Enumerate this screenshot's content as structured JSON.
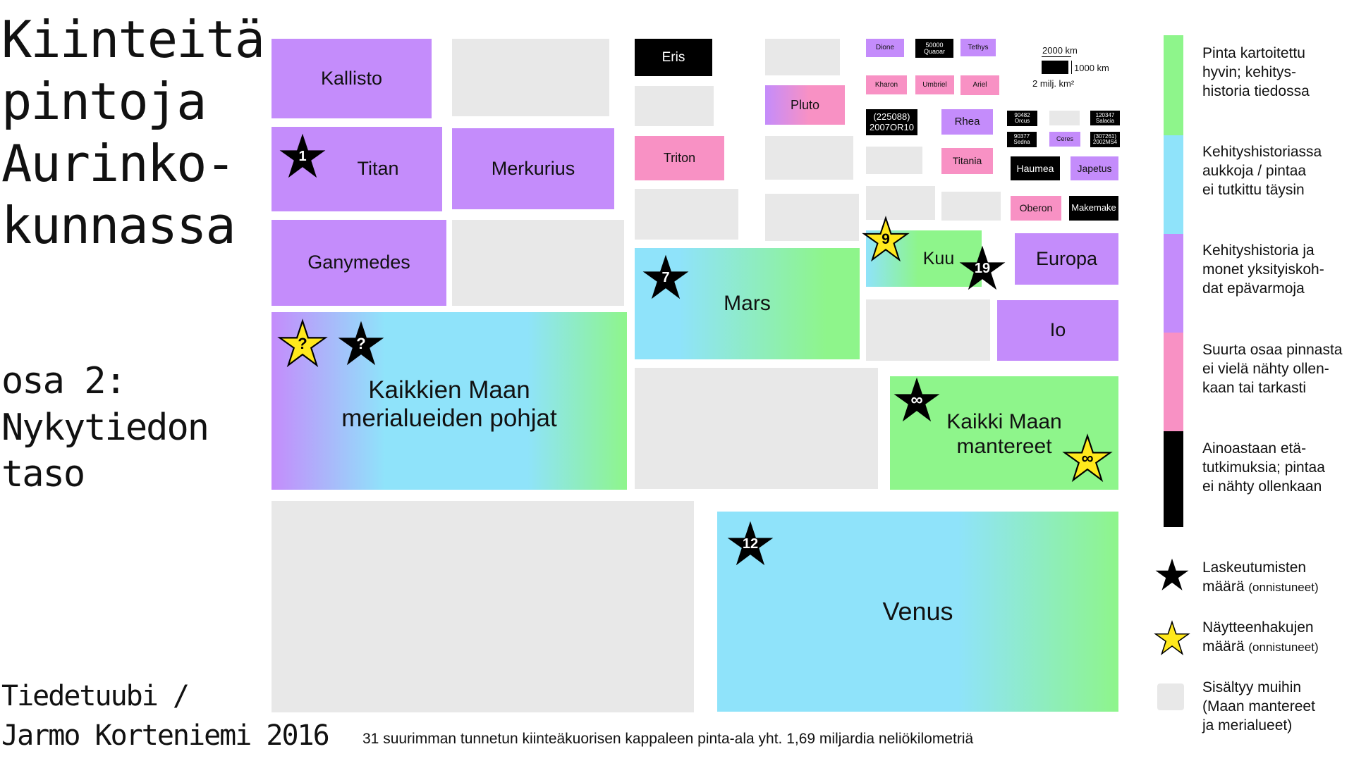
{
  "title": {
    "line1": "Kiinteitä",
    "line2": "pintoja",
    "line3": "Aurinko-",
    "line4": "kunnassa"
  },
  "subtitle": {
    "line1": "osa 2:",
    "line2": "Nykytiedon",
    "line3": "taso"
  },
  "author": {
    "line1": "Tiedetuubi /",
    "line2": "Jarmo Korteniemi 2016"
  },
  "footer": "31 suurimman tunnetun kiinteäkuorisen kappaleen pinta-ala yht. 1,69 miljardia neliökilometriä",
  "colors": {
    "purple": "#c48cfb",
    "blue": "#8fe3fa",
    "green": "#8ef58b",
    "pink": "#f891c4",
    "black": "#000000",
    "grey": "#e8e8e8",
    "star_yellow": "#ffe81c"
  },
  "bodies": {
    "kallisto": "Kallisto",
    "titan": "Titan",
    "merkurius": "Merkurius",
    "ganymedes": "Ganymedes",
    "ocean_l1": "Kaikkien Maan",
    "ocean_l2": "merialueiden pohjat",
    "eris": "Eris",
    "pluto": "Pluto",
    "triton": "Triton",
    "mars": "Mars",
    "dione": "Dione",
    "quaoar_l1": "50000",
    "quaoar_l2": "Quaoar",
    "tethys": "Tethys",
    "kharon": "Kharon",
    "umbriel": "Umbriel",
    "ariel": "Ariel",
    "or10_l1": "(225088)",
    "or10_l2": "2007OR10",
    "rhea": "Rhea",
    "orcus_l1": "90482",
    "orcus_l2": "Orcus",
    "salacia_l1": "120347",
    "salacia_l2": "Salacia",
    "sedna_l1": "90377",
    "sedna_l2": "Sedna",
    "ceres": "Ceres",
    "ms4_l1": "(307261)",
    "ms4_l2": "2002MS4",
    "titania": "Titania",
    "haumea": "Haumea",
    "japetus": "Japetus",
    "oberon": "Oberon",
    "makemake": "Makemake",
    "kuu": "Kuu",
    "europa": "Europa",
    "io": "Io",
    "continents_l1": "Kaikki Maan",
    "continents_l2": "mantereet",
    "venus": "Venus"
  },
  "scale": {
    "s1": "2000 km",
    "s2": "1000 km",
    "s3": "2 milj. km²"
  },
  "stars": {
    "titan_landings": "1",
    "mars_landings": "7",
    "kuu_samples": "9",
    "kuu_landings": "19",
    "ocean_samples": "?",
    "ocean_landings": "?",
    "continents_landings": "∞",
    "continents_samples": "∞",
    "venus_landings": "12"
  },
  "legend": {
    "green": [
      "Pinta kartoitettu",
      "hyvin; kehitys-",
      "historia tiedossa"
    ],
    "blue": [
      "Kehityshistoriassa",
      "aukkoja / pintaa",
      "ei tutkittu täysin"
    ],
    "purple": [
      "Kehityshistoria ja",
      "monet yksityiskoh-",
      "dat epävarmoja"
    ],
    "pink": [
      "Suurta osaa pinnasta",
      "ei vielä nähty ollen-",
      "kaan tai tarkasti"
    ],
    "black": [
      "Ainoastaan etä-",
      "tutkimuksia; pintaa",
      "ei nähty ollenkaan"
    ],
    "landings": {
      "l1": "Laskeutumisten",
      "l2": "määrä",
      "l2b": "(onnistuneet)"
    },
    "samples": {
      "l1": "Näytteenhakujen",
      "l2": "määrä",
      "l2b": "(onnistuneet)"
    },
    "included": [
      "Sisältyy muihin",
      "(Maan mantereet",
      "ja merialueet)"
    ]
  }
}
